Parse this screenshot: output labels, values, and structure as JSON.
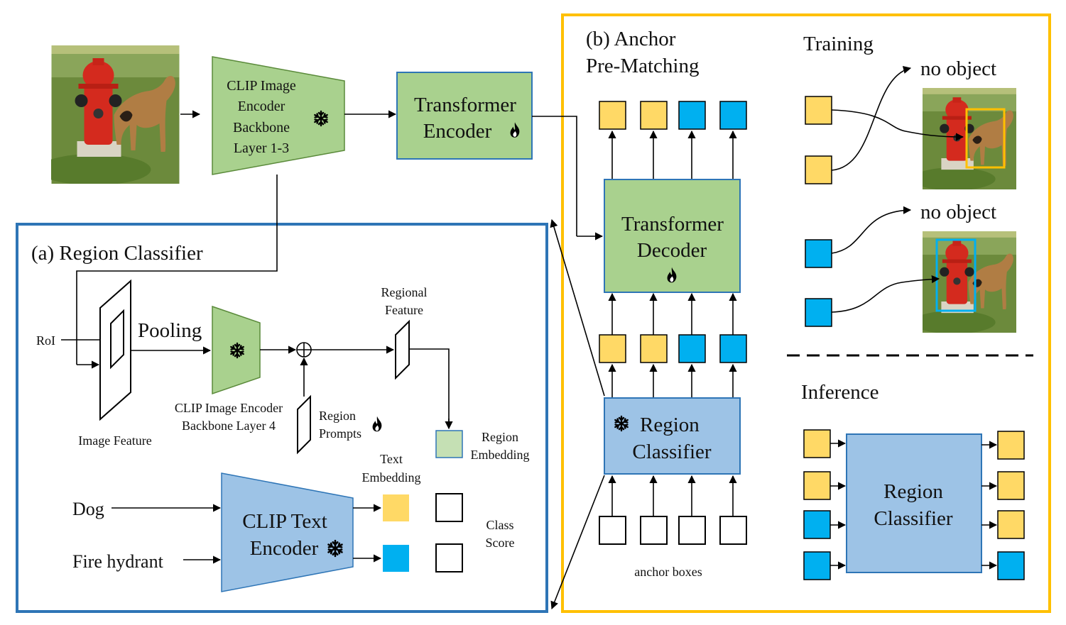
{
  "main": {
    "clip_image_encoder": [
      "CLIP Image",
      "Encoder",
      "Backbone",
      "Layer 1-3"
    ],
    "transformer_encoder": [
      "Transformer",
      "Encoder"
    ]
  },
  "region_classifier_panel": {
    "title": "(a) Region Classifier",
    "roi": "RoI",
    "pooling": "Pooling",
    "image_feature": "Image Feature",
    "clip_layer4": [
      "CLIP Image Encoder",
      "Backbone Layer 4"
    ],
    "region_prompts": [
      "Region",
      "Prompts"
    ],
    "regional_feature": [
      "Regional",
      "Feature"
    ],
    "region_embedding": [
      "Region",
      "Embedding"
    ],
    "text_embedding": [
      "Text",
      "Embedding"
    ],
    "class_score": [
      "Class",
      "Score"
    ],
    "classes": [
      "Dog",
      "Fire hydrant"
    ],
    "clip_text_encoder": [
      "CLIP Text",
      "Encoder"
    ]
  },
  "anchor_panel": {
    "title": [
      "(b) Anchor",
      "Pre-Matching"
    ],
    "transformer_decoder": [
      "Transformer",
      "Decoder"
    ],
    "region_classifier": [
      "Region",
      "Classifier"
    ],
    "anchor_boxes": "anchor boxes"
  },
  "training": {
    "title": "Training",
    "no_object_1": "no object",
    "no_object_2": "no object"
  },
  "inference": {
    "title": "Inference",
    "region_classifier": [
      "Region",
      "Classifier"
    ]
  },
  "colors": {
    "yellow": "#FFD966",
    "blue": "#00B0F0",
    "green": "#A9D18E",
    "light_blue": "#9DC3E6",
    "panel_blue": "#2E75B6",
    "panel_orange": "#FFC000",
    "region_embed": "#C5E0B4"
  },
  "icons": [
    "snowflake-icon",
    "flame-icon"
  ]
}
